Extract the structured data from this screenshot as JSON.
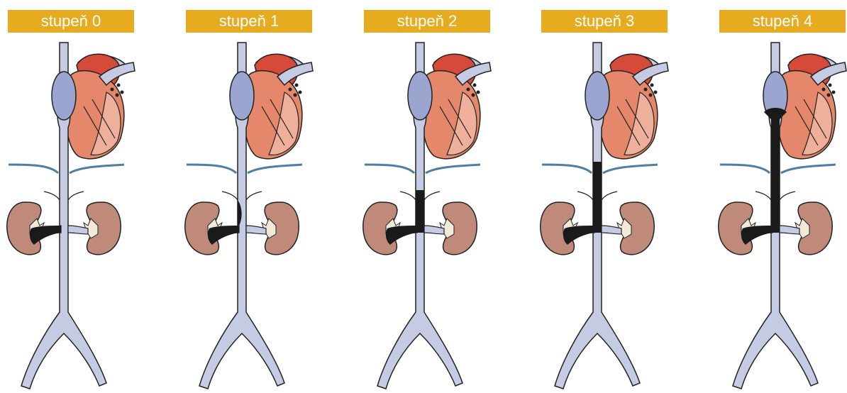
{
  "stages": [
    {
      "label": "stupeň 0",
      "thrombus_level": 0
    },
    {
      "label": "stupeň 1",
      "thrombus_level": 1
    },
    {
      "label": "stupeň 2",
      "thrombus_level": 2
    },
    {
      "label": "stupeň 3",
      "thrombus_level": 3
    },
    {
      "label": "stupeň 4",
      "thrombus_level": 4
    }
  ],
  "colors": {
    "label_bg": "#e6ab1e",
    "vein": "#c5cbe2",
    "thrombus": "#1a1a1a",
    "kidney": "#c08a7a",
    "heart_ventricle": "#e4876a",
    "heart_atrium": "#d64a3a",
    "right_atrium": "#9aa6cf",
    "renal_pelvis": "#f1ead8",
    "blue_vessel": "#4f7ea3"
  }
}
